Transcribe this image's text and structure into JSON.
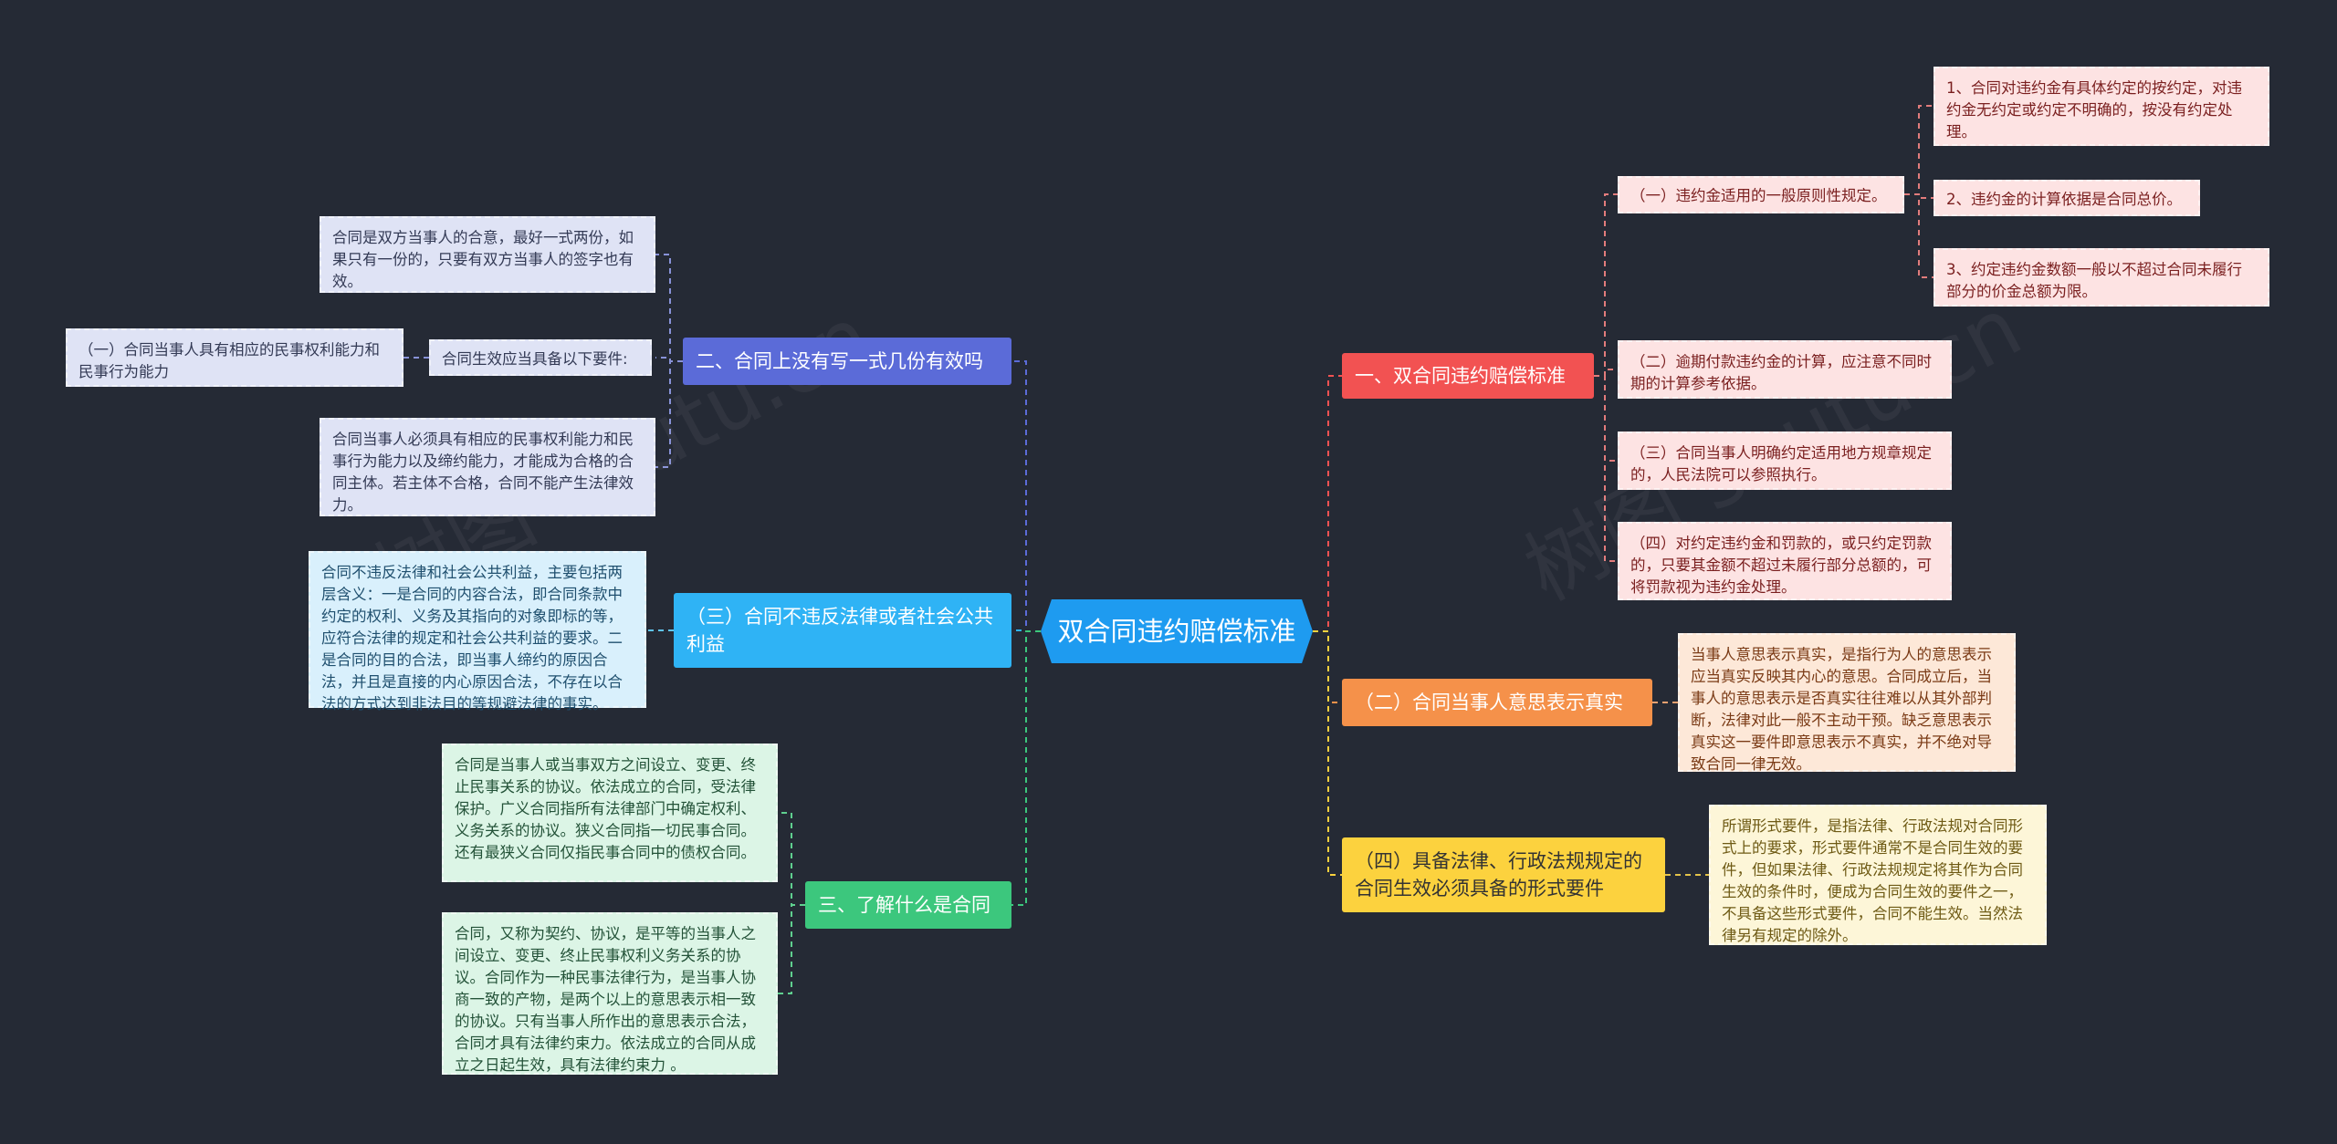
{
  "center": {
    "label": "双合同违约赔偿标准"
  },
  "right": [
    {
      "label": "一、双合同违约赔偿标准",
      "children": [
        {
          "label": "（一）违约金适用的一般原则性规定。",
          "children": [
            "1、合同对违约金有具体约定的按约定，对违约金无约定或约定不明确的，按没有约定处理。",
            "2、违约金的计算依据是合同总价。",
            "3、约定违约金数额一般以不超过合同未履行部分的价金总额为限。"
          ]
        },
        {
          "label": "（二）逾期付款违约金的计算，应注意不同时期的计算参考依据。"
        },
        {
          "label": "（三）合同当事人明确约定适用地方规章规定的，人民法院可以参照执行。"
        },
        {
          "label": "（四）对约定违约金和罚款的，或只约定罚款的，只要其金额不超过未履行部分总额的，可将罚款视为违约金处理。"
        }
      ]
    },
    {
      "label": "（二）合同当事人意思表示真实",
      "children": [
        {
          "label": "当事人意思表示真实，是指行为人的意思表示应当真实反映其内心的意思。合同成立后，当事人的意思表示是否真实往往难以从其外部判断，法律对此一般不主动干预。缺乏意思表示真实这一要件即意思表示不真实，并不绝对导致合同一律无效。"
        }
      ]
    },
    {
      "label": "（四）具备法律、行政法规规定的合同生效必须具备的形式要件",
      "children": [
        {
          "label": "所谓形式要件，是指法律、行政法规对合同形式上的要求，形式要件通常不是合同生效的要件，但如果法律、行政法规规定将其作为合同生效的条件时，便成为合同生效的要件之一，不具备这些形式要件，合同不能生效。当然法律另有规定的除外。"
        }
      ]
    }
  ],
  "left": [
    {
      "label": "二、合同上没有写一式几份有效吗",
      "children": [
        {
          "label": "合同是双方当事人的合意，最好一式两份，如果只有一份的，只要有双方当事人的签字也有效。"
        },
        {
          "label": "合同生效应当具备以下要件:",
          "children": [
            "（一）合同当事人具有相应的民事权利能力和民事行为能力"
          ]
        },
        {
          "label": "合同当事人必须具有相应的民事权利能力和民事行为能力以及缔约能力，才能成为合格的合同主体。若主体不合格，合同不能产生法律效力。"
        }
      ]
    },
    {
      "label": "（三）合同不违反法律或者社会公共利益",
      "children": [
        {
          "label": "合同不违反法律和社会公共利益，主要包括两层含义：一是合同的内容合法，即合同条款中约定的权利、义务及其指向的对象即标的等，应符合法律的规定和社会公共利益的要求。二是合同的目的合法，即当事人缔约的原因合法，并且是直接的内心原因合法，不存在以合法的方式达到非法目的等规避法律的事实。"
        }
      ]
    },
    {
      "label": "三、了解什么是合同",
      "children": [
        {
          "label": "合同是当事人或当事双方之间设立、变更、终止民事关系的协议。依法成立的合同，受法律保护。广义合同指所有法律部门中确定权利、义务关系的协议。狭义合同指一切民事合同。还有最狭义合同仅指民事合同中的债权合同。"
        },
        {
          "label": "合同，又称为契约、协议，是平等的当事人之间设立、变更、终止民事权利义务关系的协议。合同作为一种民事法律行为，是当事人协商一致的产物，是两个以上的意思表示相一致的协议。只有当事人所作出的意思表示合法，合同才具有法律约束力。依法成立的合同从成立之日起生效，具有法律约束力 。"
        }
      ]
    }
  ],
  "colors": {
    "background": "#252a35",
    "center": "#1e9bf0",
    "branch_red": "#f25252",
    "branch_orange": "#f5914a",
    "branch_yellow": "#fcd23e",
    "branch_indigo": "#5b6bd8",
    "branch_sky": "#2fb3f5",
    "branch_green": "#3cc77d"
  },
  "watermark": "树图 shutu.cn"
}
